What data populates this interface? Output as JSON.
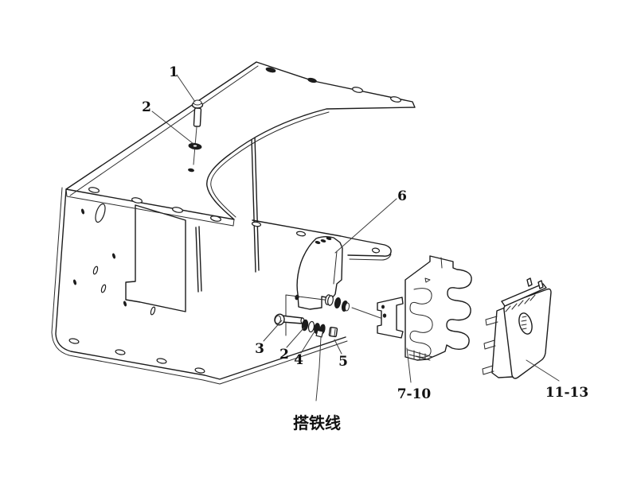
{
  "colors": {
    "background": "#ffffff",
    "line": "#1c1c1c",
    "leader": "#3c3c3c",
    "text": "#111111"
  },
  "callouts": [
    {
      "id": "callout-1",
      "text": "1"
    },
    {
      "id": "callout-2-top",
      "text": "2"
    },
    {
      "id": "callout-6",
      "text": "6"
    },
    {
      "id": "callout-3",
      "text": "3"
    },
    {
      "id": "callout-2-low",
      "text": "2"
    },
    {
      "id": "callout-4",
      "text": "4"
    },
    {
      "id": "callout-5",
      "text": "5"
    },
    {
      "id": "callout-7-10",
      "text": "7-10"
    },
    {
      "id": "callout-11-13",
      "text": "11-13"
    },
    {
      "id": "label-ground-wire",
      "text": "搭铁线"
    }
  ]
}
